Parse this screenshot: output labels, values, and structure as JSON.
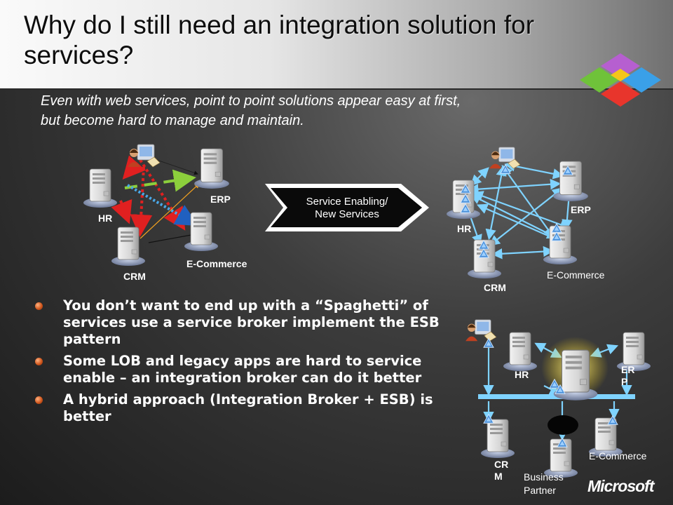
{
  "slide": {
    "title": "Why do I still need an integration solution for services?",
    "subtitle_line1": "Even with web services, point to point solutions appear easy at first,",
    "subtitle_line2": "but become hard to manage and maintain.",
    "brand": "Microsoft"
  },
  "left_diagram": {
    "hr": "HR",
    "erp": "ERP",
    "crm": "CRM",
    "ecommerce": "E-Commerce"
  },
  "center_arrow": {
    "line1": "Service Enabling/",
    "line2": "New Services"
  },
  "right_diagram": {
    "hr": "HR",
    "erp": "ERP",
    "crm": "CRM",
    "ecommerce": "E-Commerce"
  },
  "esb_diagram": {
    "hr": "HR",
    "erp_line1": "ER",
    "erp_line2": "P",
    "crm_line1": "CR",
    "crm_line2": "M",
    "partner_line1": "Business",
    "partner_line2": "Partner",
    "ecommerce": "E-Commerce"
  },
  "bullets": [
    "You don’t want to end up with a “Spaghetti” of services use a service broker implement the ESB pattern",
    "Some LOB and legacy apps are hard to service enable – an integration broker can do it better",
    "A hybrid approach (Integration Broker + ESB) is better"
  ],
  "colors": {
    "title_text": "#0d0d0d",
    "connector_blue": "#7fd3ff",
    "arrow_red": "#e02020",
    "arrow_green": "#8ccf3c",
    "bullet": "#d2581e"
  }
}
